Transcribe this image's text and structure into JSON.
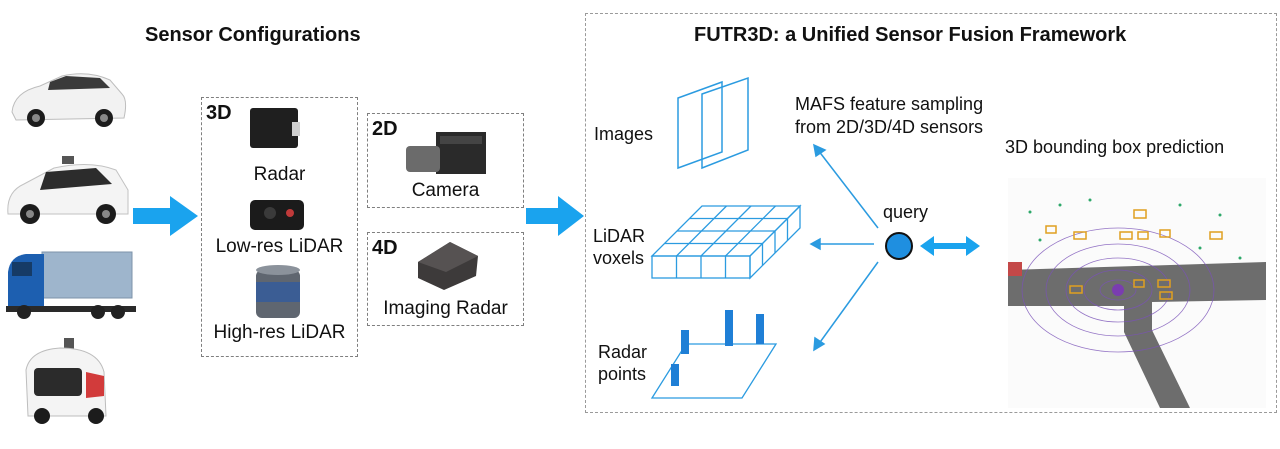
{
  "left_title": "Sensor Configurations",
  "right_title": "FUTR3D: a Unified Sensor Fusion Framework",
  "box3d": {
    "tag": "3D",
    "items": [
      "Radar",
      "Low-res LiDAR",
      "High-res LiDAR"
    ]
  },
  "box2d": {
    "tag": "2D",
    "item": "Camera"
  },
  "box4d": {
    "tag": "4D",
    "item": "Imaging Radar"
  },
  "framework": {
    "images": "Images",
    "lidar_line1": "LiDAR",
    "lidar_line2": "voxels",
    "radar_line1": "Radar",
    "radar_line2": "points",
    "mafs_line1": "MAFS feature sampling",
    "mafs_line2": "from 2D/3D/4D sensors",
    "query": "query",
    "prediction": "3D bounding box prediction"
  },
  "colors": {
    "arrow": "#1aa3ee",
    "line": "#2b9be0",
    "query": "#1f8fe0"
  }
}
